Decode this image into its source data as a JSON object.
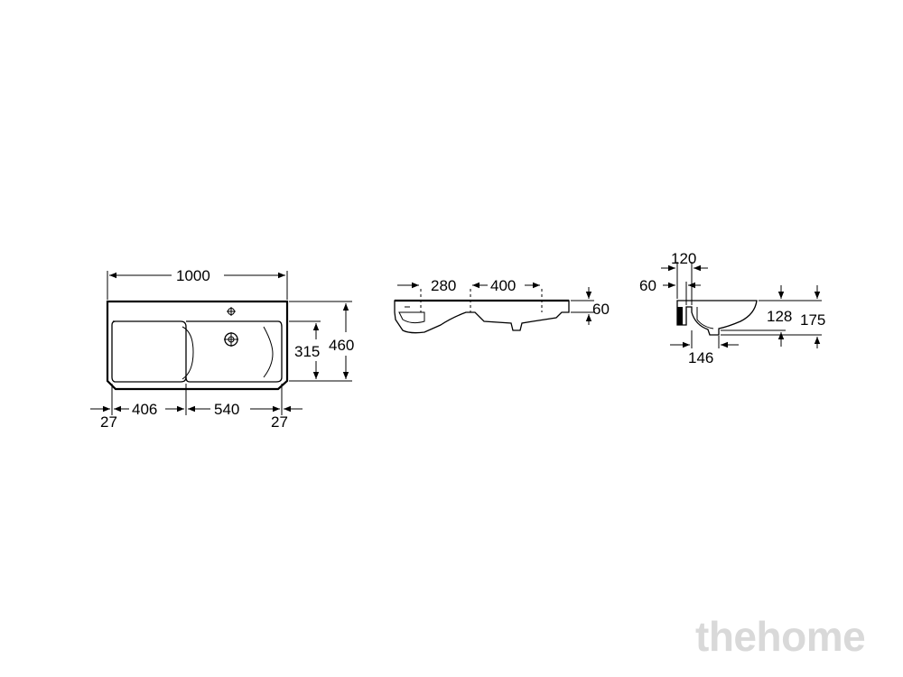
{
  "front_view": {
    "width": "1000",
    "depth": "460",
    "basin_depth": "315",
    "left_margin": "27",
    "left_shelf": "406",
    "basin_width": "540",
    "right_margin": "27"
  },
  "side_view": {
    "tap_offset": "280",
    "tap_span": "400",
    "height": "60"
  },
  "section_view": {
    "top_offset": "120",
    "rim": "60",
    "inner_depth": "128",
    "total_depth": "175",
    "bottom_offset": "146"
  },
  "watermark": "thehome"
}
